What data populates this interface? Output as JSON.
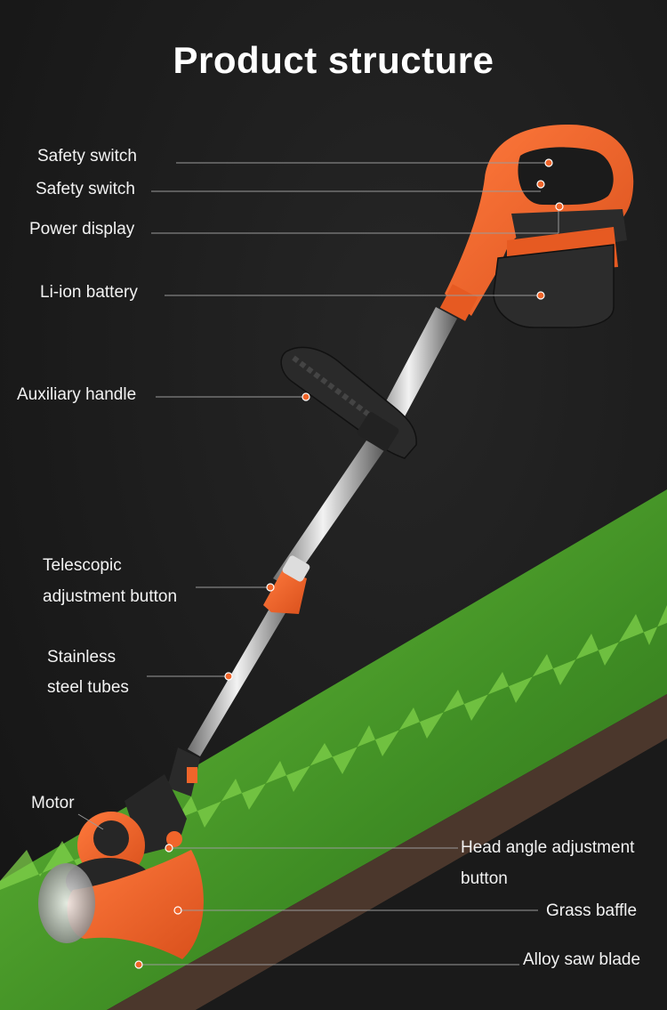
{
  "title": "Product structure",
  "labels": {
    "safety_switch_1": "Safety switch",
    "safety_switch_2": "Safety switch",
    "power_display": "Power display",
    "li_ion_battery": "Li-ion battery",
    "auxiliary_handle": "Auxiliary handle",
    "telescopic_line1": "Telescopic",
    "telescopic_line2": "adjustment button",
    "stainless_line1": "Stainless",
    "stainless_line2": "steel tubes",
    "motor": "Motor",
    "head_angle_line1": "Head angle adjustment",
    "head_angle_line2": "button",
    "grass_baffle": "Grass baffle",
    "alloy_saw_blade": "Alloy saw blade"
  },
  "colors": {
    "background": "#1b1b1b",
    "accent_orange": "#f0652a",
    "grass_green": "#4fa12e",
    "soil_brown": "#5a4134",
    "text": "#f2f2f2"
  }
}
